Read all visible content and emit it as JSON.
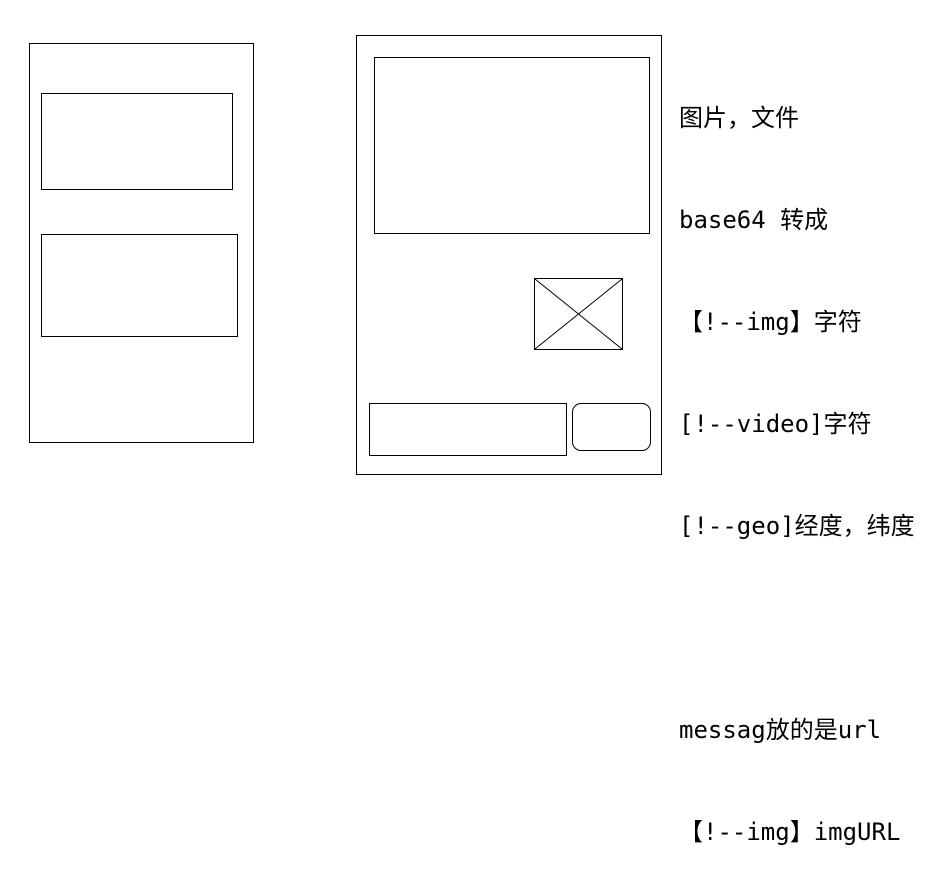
{
  "notes": {
    "block1": [
      "图片，文件",
      "base64 转成",
      "【!--img】字符",
      "[!--video]字符",
      "[!--geo]经度，纬度"
    ],
    "block2": [
      "messag放的是url",
      "【!--img】imgURL"
    ]
  },
  "icons": {
    "image_placeholder": "x-box-image-placeholder-icon"
  },
  "colors": {
    "stroke": "#000000",
    "background": "#ffffff"
  }
}
